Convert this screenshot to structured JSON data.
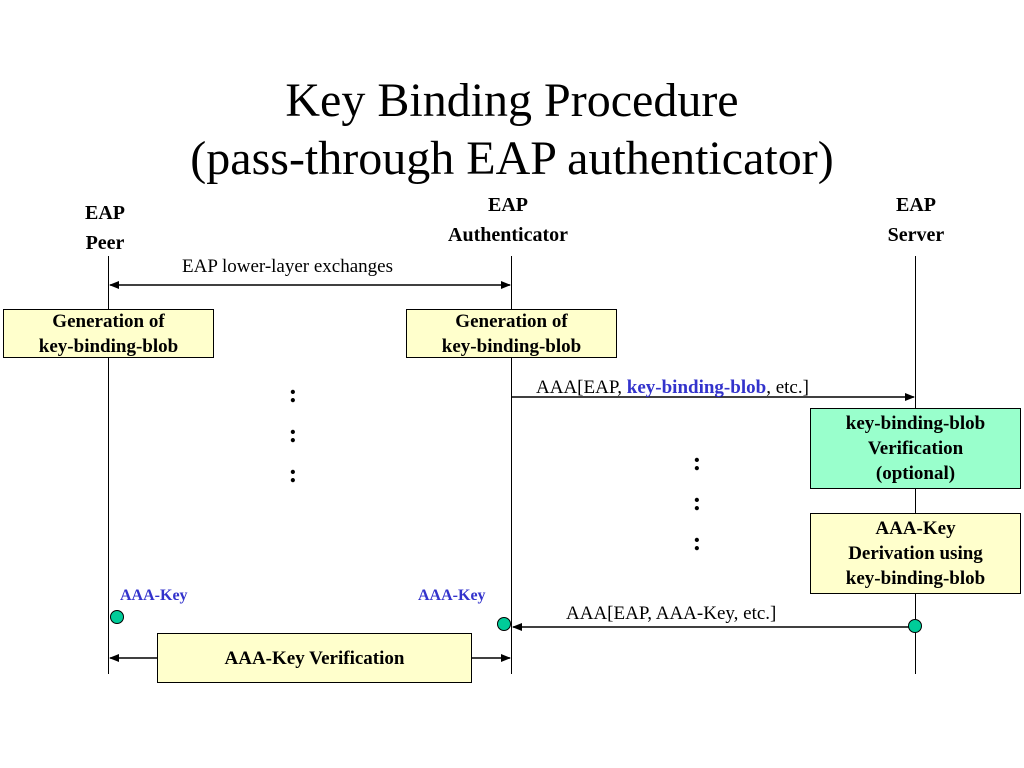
{
  "title": {
    "line1": "Key Binding Procedure",
    "line2": "(pass-through EAP authenticator)"
  },
  "entities": {
    "peer": [
      "EAP",
      "Peer"
    ],
    "authenticator": [
      "EAP",
      "Authenticator"
    ],
    "server": [
      "EAP",
      "Server"
    ]
  },
  "messages": {
    "lower_layer": "EAP lower-layer exchanges",
    "aaa_request": {
      "prefix": "AAA[EAP, ",
      "highlight": "key-binding-blob",
      "suffix": ", etc.]"
    },
    "aaa_response": "AAA[EAP, AAA-Key, etc.]"
  },
  "boxes": {
    "peer_generation": [
      "Generation of",
      "key-binding-blob"
    ],
    "auth_generation": [
      "Generation of",
      "key-binding-blob"
    ],
    "server_verification": [
      "key-binding-blob",
      "Verification",
      "(optional)"
    ],
    "server_derivation": [
      "AAA-Key",
      "Derivation using",
      "key-binding-blob"
    ],
    "key_verification": "AAA-Key Verification"
  },
  "key_labels": {
    "peer": "AAA-Key",
    "authenticator": "AAA-Key"
  },
  "ellipsis": ":",
  "colors": {
    "box_yellow": "#ffffcc",
    "box_green": "#99ffcc",
    "node_green": "#00cc99",
    "highlight_blue": "#3333cc"
  }
}
